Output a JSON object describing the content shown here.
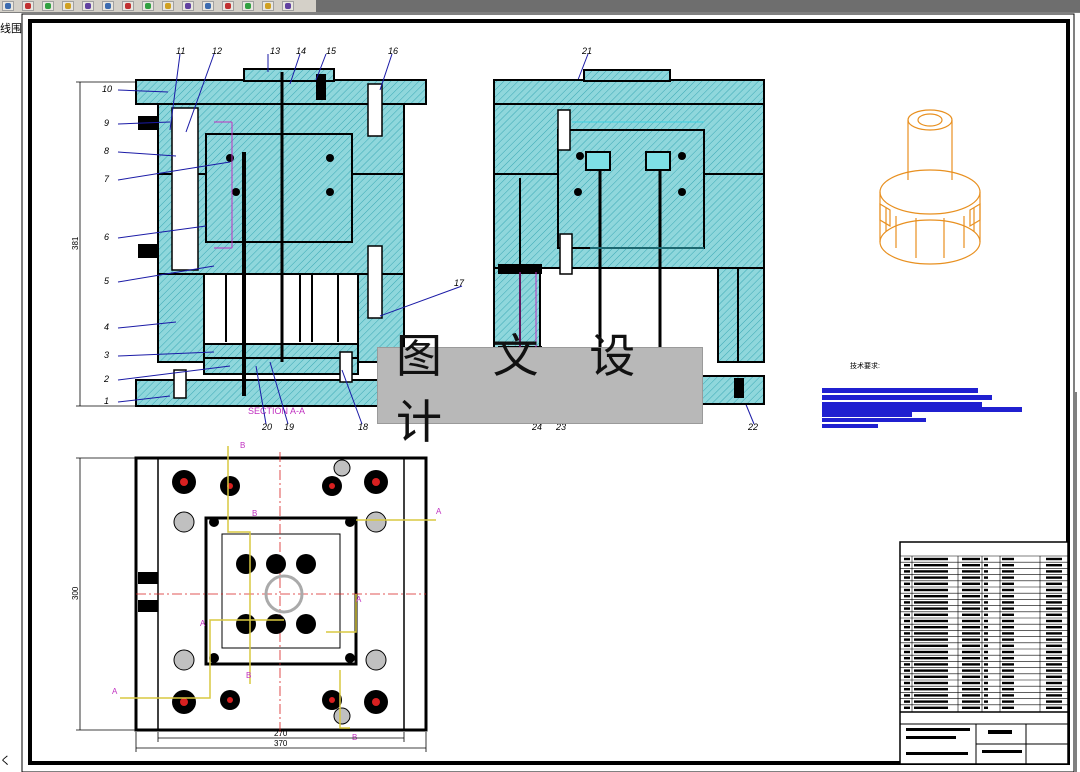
{
  "app": {
    "side_label": "线围",
    "corner_mark": "く",
    "toolbar_icons": [
      "new-icon",
      "open-icon",
      "save-icon",
      "print-icon",
      "layer-icon",
      "properties-icon",
      "match-icon",
      "hatch-icon",
      "block-icon",
      "insert-icon",
      "table-icon",
      "pan-icon",
      "zoom-icon",
      "list-icon",
      "end-icon"
    ]
  },
  "watermark": {
    "text": "图 文 设 计"
  },
  "drawing": {
    "section_label": "SECTION A-A",
    "part_numbers_left": [
      "10",
      "9",
      "8",
      "7",
      "6",
      "5",
      "4",
      "3",
      "2",
      "1"
    ],
    "part_numbers_top": [
      "11",
      "12",
      "13",
      "14",
      "15",
      "16"
    ],
    "part_numbers_right": [
      "17",
      "18",
      "19",
      "20"
    ],
    "part_numbers_side": [
      "21",
      "22",
      "23",
      "24"
    ],
    "dim_height_section": "381",
    "dim_height_plan": "300",
    "dim_width_inner": "270",
    "dim_width_outer": "370",
    "notes_title": "技术要求:",
    "section_letters": [
      "A",
      "A",
      "B",
      "B",
      "A",
      "A",
      "B",
      "B"
    ]
  },
  "colors": {
    "hatch": "#7ecfd4",
    "hatch_line": "#3aa8b4",
    "outline": "#000000",
    "leader": "#1a1aa6",
    "magenta": "#c030c0",
    "yellow": "#d8c840",
    "red": "#d82020",
    "orange": "#e89020",
    "blue_block": "#2020d0"
  }
}
